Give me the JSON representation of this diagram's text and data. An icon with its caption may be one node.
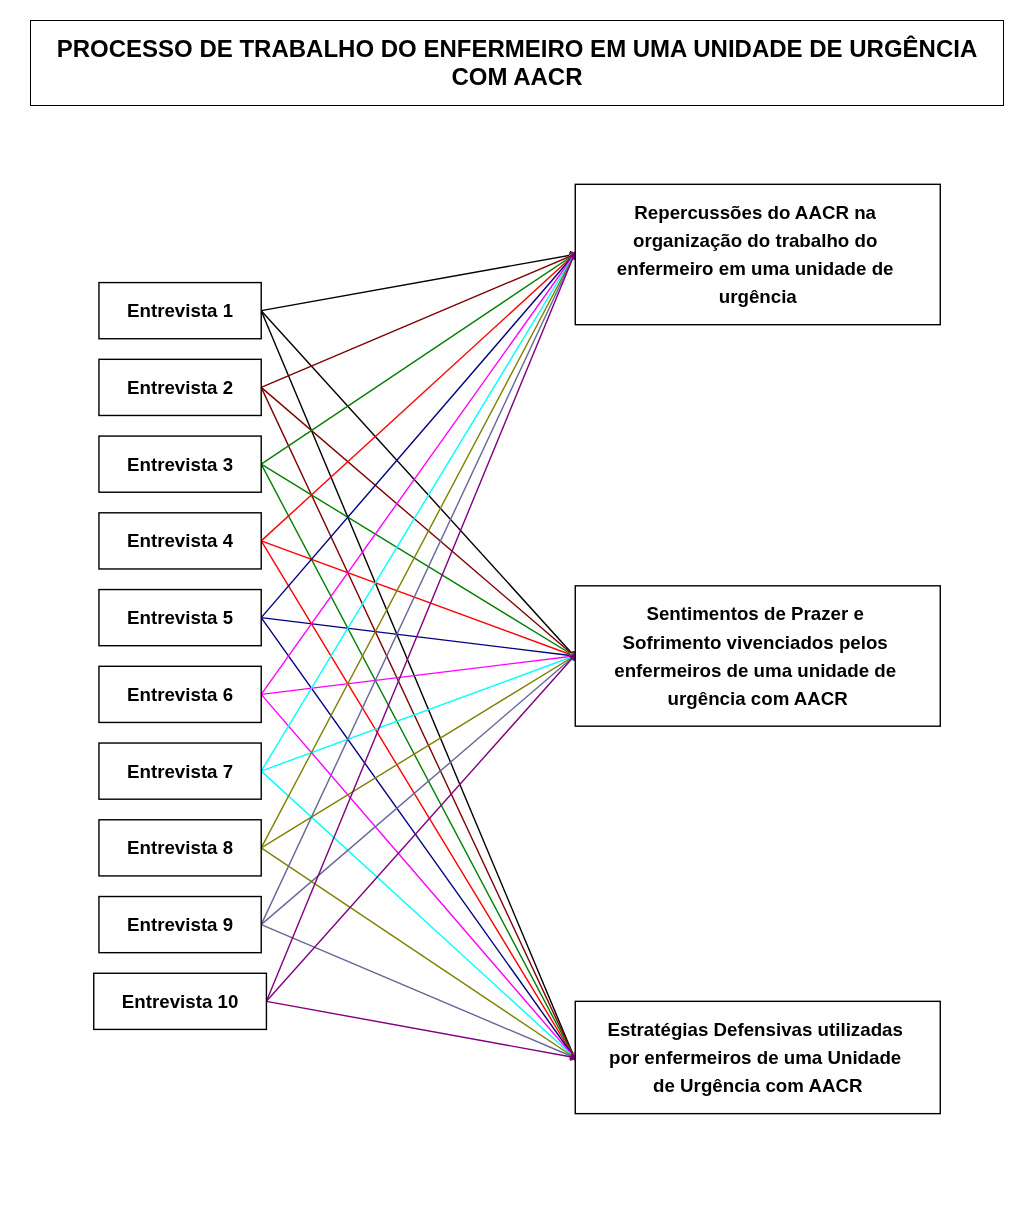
{
  "diagram": {
    "title": "PROCESSO DE TRABALHO DO ENFERMEIRO EM UMA UNIDADE DE URGÊNCIA COM AACR",
    "nodes": [
      {
        "text": [
          "Entrevista 1"
        ]
      },
      {
        "text": [
          "Entrevista 2"
        ]
      },
      {
        "text": [
          "Entrevista 3"
        ]
      },
      {
        "text": [
          "Entrevista 4"
        ]
      },
      {
        "text": [
          "Entrevista 5"
        ]
      },
      {
        "text": [
          "Entrevista 6"
        ]
      },
      {
        "text": [
          "Entrevista 7"
        ]
      },
      {
        "text": [
          "Entrevista 8"
        ]
      },
      {
        "text": [
          "Entrevista 9"
        ]
      },
      {
        "text": [
          "Entrevista 10"
        ]
      },
      {
        "text": [
          "Repercussões do AACR na organização do trabalho do enfermeiro em uma unidade de urgência"
        ]
      },
      {
        "text": [
          "Sentimentos de Prazer e Sofrimento vivenciados pelos enfermeiros de uma unidade de urgência com AACR"
        ]
      },
      {
        "text": [
          "Estratégias Defensivas utilizadas por enfermeiros de uma Unidade de Urgência com AACR"
        ]
      }
    ],
    "edges": [
      {
        "from": 0,
        "to": 10,
        "arrow": "to",
        "color": "#000000"
      },
      {
        "from": 0,
        "to": 11,
        "arrow": "to",
        "color": "#000000"
      },
      {
        "from": 0,
        "to": 12,
        "arrow": "to",
        "color": "#000000"
      },
      {
        "from": 1,
        "to": 10,
        "arrow": "to",
        "color": "#800000"
      },
      {
        "from": 1,
        "to": 11,
        "arrow": "to",
        "color": "#800000"
      },
      {
        "from": 1,
        "to": 12,
        "arrow": "to",
        "color": "#800000"
      },
      {
        "from": 2,
        "to": 10,
        "arrow": "to",
        "color": "#008000"
      },
      {
        "from": 2,
        "to": 11,
        "arrow": "to",
        "color": "#008000"
      },
      {
        "from": 2,
        "to": 12,
        "arrow": "to",
        "color": "#008000"
      },
      {
        "from": 3,
        "to": 10,
        "arrow": "to",
        "color": "#ff0000"
      },
      {
        "from": 3,
        "to": 11,
        "arrow": "to",
        "color": "#ff0000"
      },
      {
        "from": 3,
        "to": 12,
        "arrow": "to",
        "color": "#ff0000"
      },
      {
        "from": 4,
        "to": 10,
        "arrow": "to",
        "color": "#000080"
      },
      {
        "from": 4,
        "to": 11,
        "arrow": "to",
        "color": "#000080"
      },
      {
        "from": 4,
        "to": 12,
        "arrow": "to",
        "color": "#000080"
      },
      {
        "from": 5,
        "to": 10,
        "arrow": "to",
        "color": "#ff00ff"
      },
      {
        "from": 5,
        "to": 11,
        "arrow": "to",
        "color": "#ff00ff"
      },
      {
        "from": 5,
        "to": 12,
        "arrow": "to",
        "color": "#ff00ff"
      },
      {
        "from": 6,
        "to": 10,
        "arrow": "to",
        "color": "#00ffff"
      },
      {
        "from": 6,
        "to": 11,
        "arrow": "to",
        "color": "#00ffff"
      },
      {
        "from": 6,
        "to": 12,
        "arrow": "to",
        "color": "#00ffff"
      },
      {
        "from": 7,
        "to": 10,
        "arrow": "to",
        "color": "#808000"
      },
      {
        "from": 7,
        "to": 11,
        "arrow": "to",
        "color": "#808000"
      },
      {
        "from": 7,
        "to": 12,
        "arrow": "to",
        "color": "#808000"
      },
      {
        "from": 8,
        "to": 10,
        "arrow": "to",
        "color": "#666699"
      },
      {
        "from": 8,
        "to": 11,
        "arrow": "to",
        "color": "#666699"
      },
      {
        "from": 8,
        "to": 12,
        "arrow": "to",
        "color": "#666699"
      },
      {
        "from": 9,
        "to": 10,
        "arrow": "to",
        "color": "#800080"
      },
      {
        "from": 9,
        "to": 11,
        "arrow": "to",
        "color": "#800080"
      },
      {
        "from": 9,
        "to": 12,
        "arrow": "to",
        "color": "#800080"
      }
    ]
  }
}
